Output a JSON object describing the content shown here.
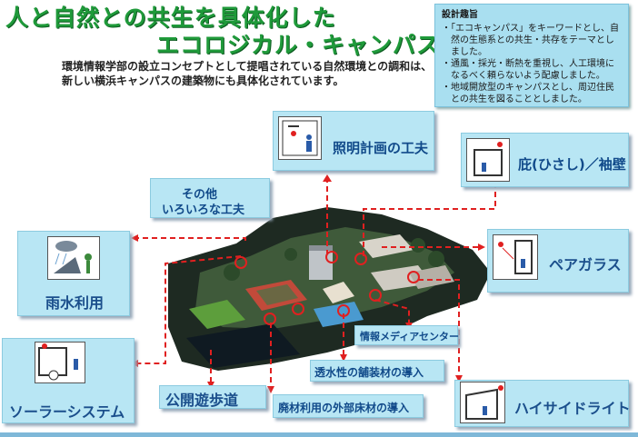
{
  "title": {
    "line1": "人と自然との共生を具体化した",
    "line2": "エコロジカル・キャンパス"
  },
  "intro": {
    "line1": "環境情報学部の設立コンセプトとして提唱されている自然環境との調和は、",
    "line2": "新しい横浜キャンパスの建築物にも具体化されています。"
  },
  "design_note": {
    "heading": "設計趣旨",
    "items": [
      "・「エコキャンパス」をキーワードとし、自然の生態系との共生・共存をテーマとしました。",
      "・通風・採光・断熱を重視し、人工環境になるべく頼らないよう配慮しました。",
      "・地域開放型のキャンパスとし、周辺住民との共生を図ることとしました。"
    ]
  },
  "labels": {
    "lighting": "照明計画の工夫",
    "eaves": "庇(ひさし)／袖壁",
    "others_line1": "その他",
    "others_line2": "いろいろな工夫",
    "rainwater": "雨水利用",
    "pair_glass": "ペアガラス",
    "media_center": "情報メディアセンター",
    "solar": "ソーラーシステム",
    "permeable": "透水性の舗装材の導入",
    "public_walk": "公開遊歩道",
    "waste_floor": "廃材利用の外部床材の導入",
    "high_side": "ハイサイドライト"
  },
  "colors": {
    "title_green": "#1f9a3a",
    "label_blue": "#114a8a",
    "box_fill": "#b8e6f4",
    "leader_red": "#e02020"
  }
}
